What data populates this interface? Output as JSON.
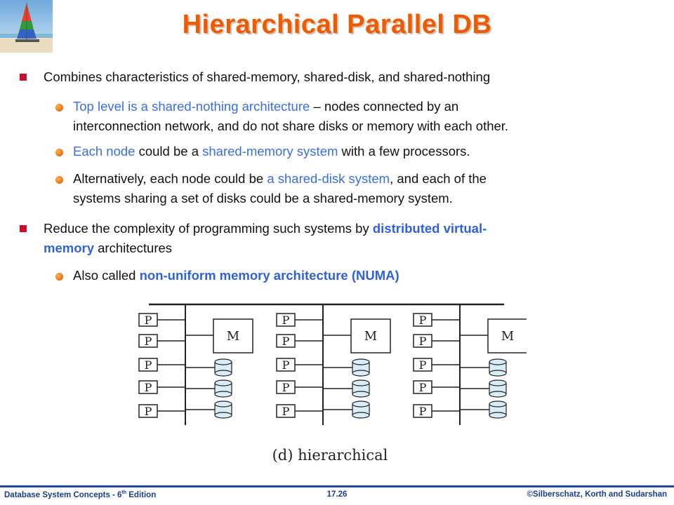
{
  "slide": {
    "title": "Hierarchical Parallel DB"
  },
  "bullets": {
    "b1": "Combines characteristics of shared-memory, shared-disk, and shared-nothing",
    "b1_1_a": "Top level is a shared-nothing architecture",
    "b1_1_b": " –  nodes connected by an",
    "b1_1_c": "interconnection network, and do not share disks or memory with each other.",
    "b1_2_a": "Each node",
    "b1_2_b": " could be a ",
    "b1_2_c": "shared-memory system",
    "b1_2_d": " with a few processors.",
    "b1_3_a": "Alternatively, each node could be ",
    "b1_3_b": "a shared-disk system",
    "b1_3_c": ", and each of the",
    "b1_3_d": "systems sharing a set of disks could be a shared-memory system.",
    "b2_a": "Reduce the complexity of programming such systems by ",
    "b2_b": "distributed virtual-",
    "b2_c": "memory",
    "b2_d": " architectures",
    "b2_1_a": "Also called ",
    "b2_1_b": "non-uniform memory architecture (NUMA)"
  },
  "diagram": {
    "processor_label": "P",
    "memory_label": "M",
    "caption": "(d) hierarchical"
  },
  "footer": {
    "left": "Database  System Concepts  - 6",
    "left_sup": "th",
    "left_tail": " Edition",
    "center": "17.26",
    "right": "©Silberschatz, Korth and Sudarshan"
  },
  "colors": {
    "title": "#ee5a00",
    "accent_blue": "#3a6ee0",
    "square_bullet": "#c8102e",
    "round_bullet": "#f07a10",
    "disk_fill": "#d8edf7",
    "footer": "#1a3c8a"
  }
}
